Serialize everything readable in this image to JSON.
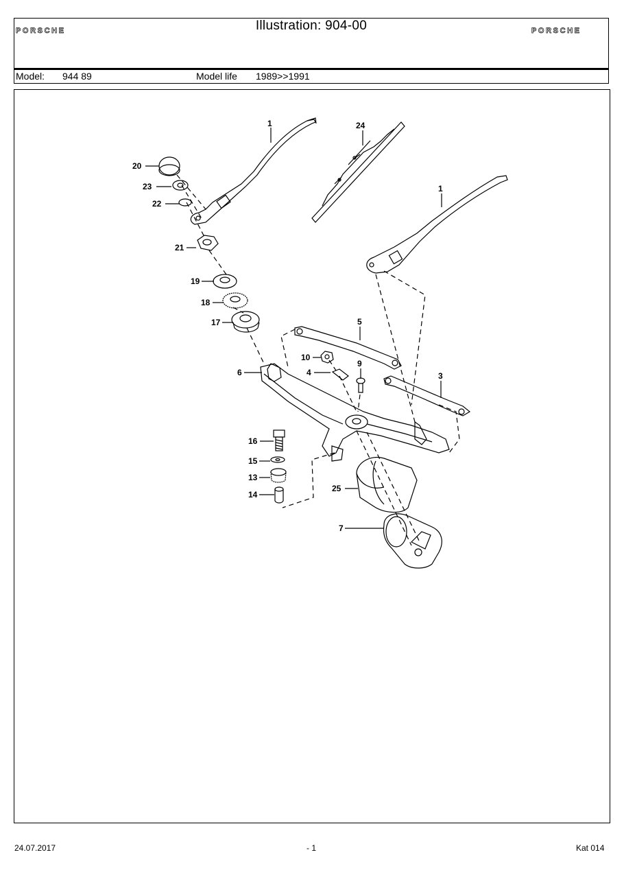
{
  "header": {
    "title": "Illustration: 904-00",
    "logo_text": "PORSCHE",
    "model_label": "Model:",
    "model_value": "944 89",
    "model_life_label": "Model life",
    "model_life_value": "1989>>1991"
  },
  "diagram": {
    "callouts": [
      "1",
      "24",
      "1",
      "20",
      "23",
      "22",
      "21",
      "19",
      "18",
      "17",
      "5",
      "10",
      "9",
      "4",
      "6",
      "3",
      "16",
      "15",
      "13",
      "14",
      "25",
      "7"
    ]
  },
  "footer": {
    "date": "24.07.2017",
    "page": "- 1",
    "catalog": "Kat 014"
  }
}
